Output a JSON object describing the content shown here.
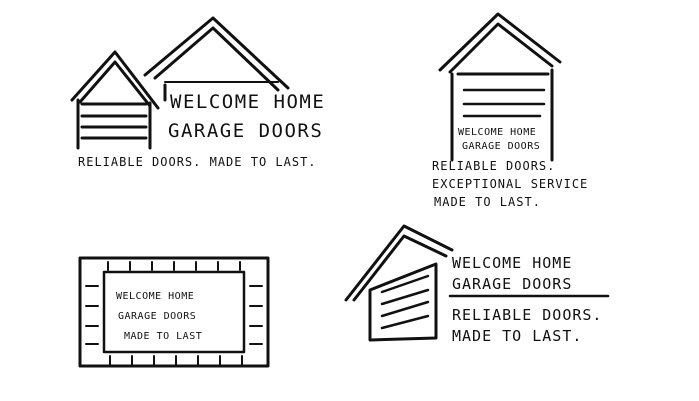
{
  "logo1": {
    "line1": "Welcome Home",
    "line2": "Garage Doors",
    "tagline": "Reliable doors. Made to last."
  },
  "logo2": {
    "line1": "Welcome Home",
    "line2": "Garage Doors",
    "tag1": "Reliable doors.",
    "tag2": "Exceptional Service",
    "tag3": "Made to last."
  },
  "logo3": {
    "line1": "Welcome Home",
    "line2": "Garage Doors",
    "line3": "Made to last"
  },
  "logo4": {
    "line1": "Welcome Home",
    "line2": "Garage Doors",
    "tag1": "Reliable doors.",
    "tag2": "Made to last."
  },
  "ink_color": "#111111"
}
